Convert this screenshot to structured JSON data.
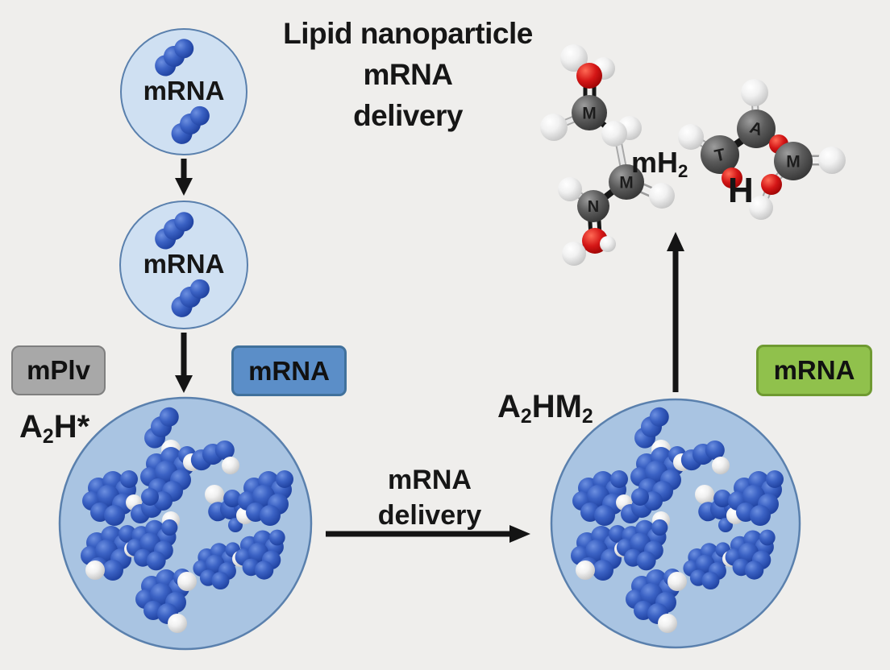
{
  "title": {
    "line1": "Lipid nanoparticle",
    "line2": "mRNA",
    "line3": "delivery"
  },
  "nanoparticles": {
    "small_circle_1_label": "mRNA",
    "small_circle_2_label": "mRNA"
  },
  "tags": {
    "gray_box_label": "mPlv",
    "blue_box_label": "mRNA",
    "green_box_label": "mRNA"
  },
  "formulas": {
    "left": {
      "p1": "A",
      "sub1": "2",
      "p2": "H*"
    },
    "right": {
      "p1": "A",
      "sub1": "2",
      "p2": "HM",
      "sub2": "2"
    },
    "molecule": {
      "p1": "mH",
      "sub1": "2"
    },
    "molecule_h": "H"
  },
  "process_arrow": {
    "line1": "mRNA",
    "line2": "delivery"
  },
  "atoms": {
    "left_top": "M",
    "left_mid": "M",
    "left_bottom": "N",
    "right_top": "A",
    "right_left": "T",
    "right_right": "M"
  },
  "colors": {
    "background": "#efeeec",
    "small_circle_fill": "#cfe0f2",
    "large_circle_fill": "#a9c4e2",
    "circle_stroke": "#5a80ad",
    "gray_box_fill": "#a8a8a8",
    "blue_box_fill": "#5b8ec8",
    "green_box_fill": "#90c14c",
    "sphere_blue": "#2b50b4",
    "sphere_white": "#ededed",
    "atom_gray": "#4d4d4d",
    "atom_red": "#cf1111",
    "arrow_black": "#141414"
  }
}
